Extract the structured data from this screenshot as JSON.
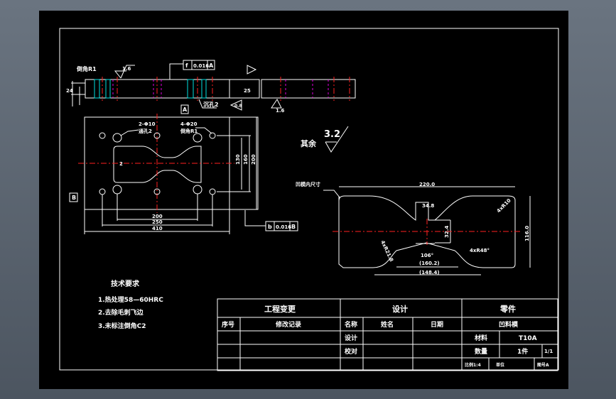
{
  "colors": {
    "background": "#000000",
    "lines": "#ffffff",
    "centerline": "#ff2020",
    "hidden": "#e000e0",
    "hatch": "#00e0e0"
  },
  "top_view": {
    "chamfer": "倒角R1",
    "roughness1": "1.6",
    "tolerance": [
      "f",
      "0.016",
      "A"
    ],
    "datum": "A",
    "depth_note": "沉孔2",
    "side_roughness": "0.8",
    "thickness": "25",
    "height": "24"
  },
  "plate_view": {
    "holes_note_1": [
      "2-Φ10",
      "通孔2"
    ],
    "holes_note_2": [
      "4-Φ20",
      "倒角R1"
    ],
    "dims_h": [
      "200",
      "250",
      "410"
    ],
    "dims_v": [
      "130",
      "160",
      "200"
    ],
    "datum": "B",
    "tolerance": [
      "b",
      "0.016",
      "B"
    ],
    "slot_note": "2"
  },
  "roughness_other": {
    "label": "其余",
    "value": "3.2"
  },
  "cavity_view": {
    "note": "凹模内尺寸",
    "width": "220.0",
    "corner": "4xR10",
    "neck_width": "34.8",
    "neck_height": "32.4",
    "height": "116.0",
    "chamfer": "4xR21.8",
    "angle": "106°",
    "fillet": "4xR48°",
    "dim_1": "(160.2)",
    "dim_2": "(148.4)"
  },
  "tech_requirements": {
    "title": "技术要求",
    "items": [
      "1.热处理58—60HRC",
      "2.去除毛刺飞边",
      "3.未标注倒角C2"
    ]
  },
  "title_block": {
    "eng_change": "工程变更",
    "design": "设计",
    "part": "零件",
    "seq": "序号",
    "record": "修改记录",
    "name_col": "名称",
    "sign": "姓名",
    "date": "日期",
    "part_name": "凹料模",
    "row_design": "设计",
    "row_check": "校对",
    "material_label": "材料",
    "material": "T10A",
    "qty_label": "数量",
    "qty": "1件",
    "page": "1/1",
    "scale": "比例1:4",
    "unit": "单位",
    "sheet": "图号A"
  }
}
